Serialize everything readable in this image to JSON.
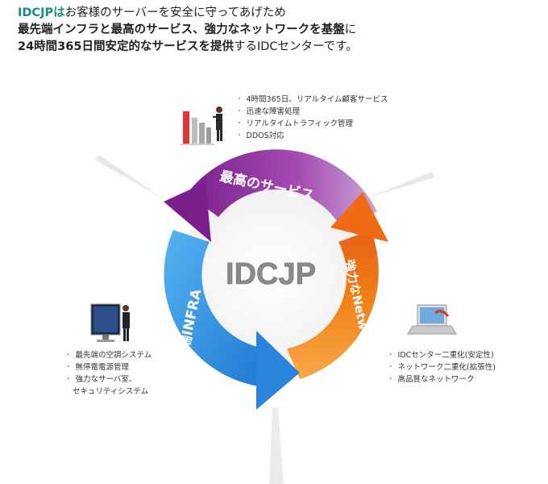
{
  "headline": {
    "line1_brand": "IDCJPは",
    "line1_rest": "お客様のサーバーを安全に守ってあげため",
    "line2_bold": "最先端インフラと最高のサービス、強力なネットワークを基盤",
    "line2_rest": "に",
    "line3_bold": "24時間365日間安定的なサービスを提供",
    "line3_rest": "するIDCセンターです。"
  },
  "cycle": {
    "center_logo": "IDCJP",
    "segments": [
      {
        "label": "最高のサービス",
        "color": "#9b3fa6"
      },
      {
        "label": "強力なNetwork",
        "color": "#f08a1c"
      },
      {
        "label": "先端INFRA",
        "color": "#2f8fe0"
      }
    ]
  },
  "services": {
    "bullet": "・",
    "top": [
      "4時間365日、リアルタイム顧客サービス",
      "迅速な障害処理",
      "リアルタイムトラフィック管理",
      "DDOS対応"
    ],
    "left": [
      "最先端の空調システム",
      "無停電電源管理",
      "強力なサーバ室、",
      "セキュリティシステム"
    ],
    "right": [
      "IDCセンター二重化(安定性)",
      "ネットワーク二重化(拡張性)",
      "高品質なネットワーク"
    ]
  },
  "icons": {
    "top": "presentation-chart-icon",
    "left": "monitor-person-icon",
    "right": "laptop-icon"
  },
  "colors": {
    "brand": "#1a8a86",
    "service_arc": "#9b3fa6",
    "network_arc": "#f08a1c",
    "infra_arc": "#2f8fe0"
  }
}
